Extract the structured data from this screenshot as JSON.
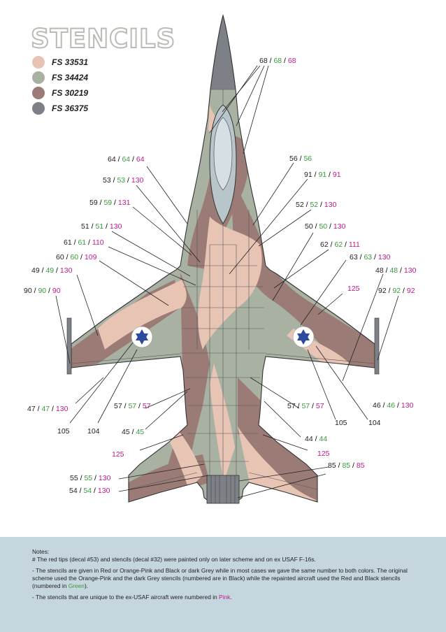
{
  "title": "STENCILS",
  "legend": [
    {
      "code": "FS 33531",
      "color": "#e8c4b4"
    },
    {
      "code": "FS 34424",
      "color": "#a9b2a2"
    },
    {
      "code": "FS 30219",
      "color": "#9b7b76"
    },
    {
      "code": "FS 36375",
      "color": "#7d8187"
    }
  ],
  "colors": {
    "black_numbers": "#222222",
    "green_numbers": "#3a9a3a",
    "pink_numbers": "#c2188c",
    "notes_background": "#c6d6de"
  },
  "labels": [
    {
      "k": "68",
      "g": "68",
      "p": "68"
    },
    {
      "k": "64",
      "g": "64",
      "p": "64"
    },
    {
      "k": "56",
      "g": "56",
      "p": ""
    },
    {
      "k": "53",
      "g": "53",
      "p": "130"
    },
    {
      "k": "91",
      "g": "91",
      "p": "91"
    },
    {
      "k": "59",
      "g": "59",
      "p": "131"
    },
    {
      "k": "52",
      "g": "52",
      "p": "130"
    },
    {
      "k": "51",
      "g": "51",
      "p": "130"
    },
    {
      "k": "50",
      "g": "50",
      "p": "130"
    },
    {
      "k": "61",
      "g": "61",
      "p": "110"
    },
    {
      "k": "62",
      "g": "62",
      "p": "111"
    },
    {
      "k": "60",
      "g": "60",
      "p": "109"
    },
    {
      "k": "63",
      "g": "63",
      "p": "130"
    },
    {
      "k": "49",
      "g": "49",
      "p": "130"
    },
    {
      "k": "48",
      "g": "48",
      "p": "130"
    },
    {
      "k": "",
      "g": "",
      "p": "125"
    },
    {
      "k": "90",
      "g": "90",
      "p": "90"
    },
    {
      "k": "92",
      "g": "92",
      "p": "92"
    },
    {
      "k": "47",
      "g": "47",
      "p": "130"
    },
    {
      "k": "46",
      "g": "46",
      "p": "130"
    },
    {
      "k": "57",
      "g": "57",
      "p": "57"
    },
    {
      "k": "57",
      "g": "57",
      "p": "57"
    },
    {
      "k": "105",
      "g": "",
      "p": ""
    },
    {
      "k": "104",
      "g": "",
      "p": ""
    },
    {
      "k": "105",
      "g": "",
      "p": ""
    },
    {
      "k": "104",
      "g": "",
      "p": ""
    },
    {
      "k": "45",
      "g": "45",
      "p": ""
    },
    {
      "k": "44",
      "g": "44",
      "p": ""
    },
    {
      "k": "",
      "g": "",
      "p": "125"
    },
    {
      "k": "",
      "g": "",
      "p": "125"
    },
    {
      "k": "85",
      "g": "85",
      "p": "85"
    },
    {
      "k": "55",
      "g": "55",
      "p": "130"
    },
    {
      "k": "54",
      "g": "54",
      "p": "130"
    }
  ],
  "notes": {
    "heading": "Notes:",
    "line1": "# The red tips (decal #53) and stencils (decal #32) were painted only on later scheme and on ex USAF F-16s.",
    "line2a": "- The stencils are given in Red or Orange-Pink and Black or dark Grey while in most cases we gave the same number to both colors. The original scheme used the Orange-Pink and the dark Grey stencils (numbered are in Black) while the repainted aircraft used the Red and Black stencils (numbered in ",
    "line2_green": "Green",
    "line2b": ").",
    "line3a": "- The stencils that are unique to the ex-USAF aircraft were numbered in ",
    "line3_pink": "Pink",
    "line3b": "."
  }
}
